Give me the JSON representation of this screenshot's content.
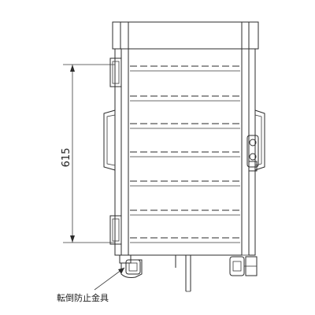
{
  "dimension": {
    "value": "615"
  },
  "callout": {
    "label": "転倒防止金具"
  },
  "icons": {
    "drawing": "ramp-frame-drawing",
    "leader": "leader-arrow-icon"
  }
}
